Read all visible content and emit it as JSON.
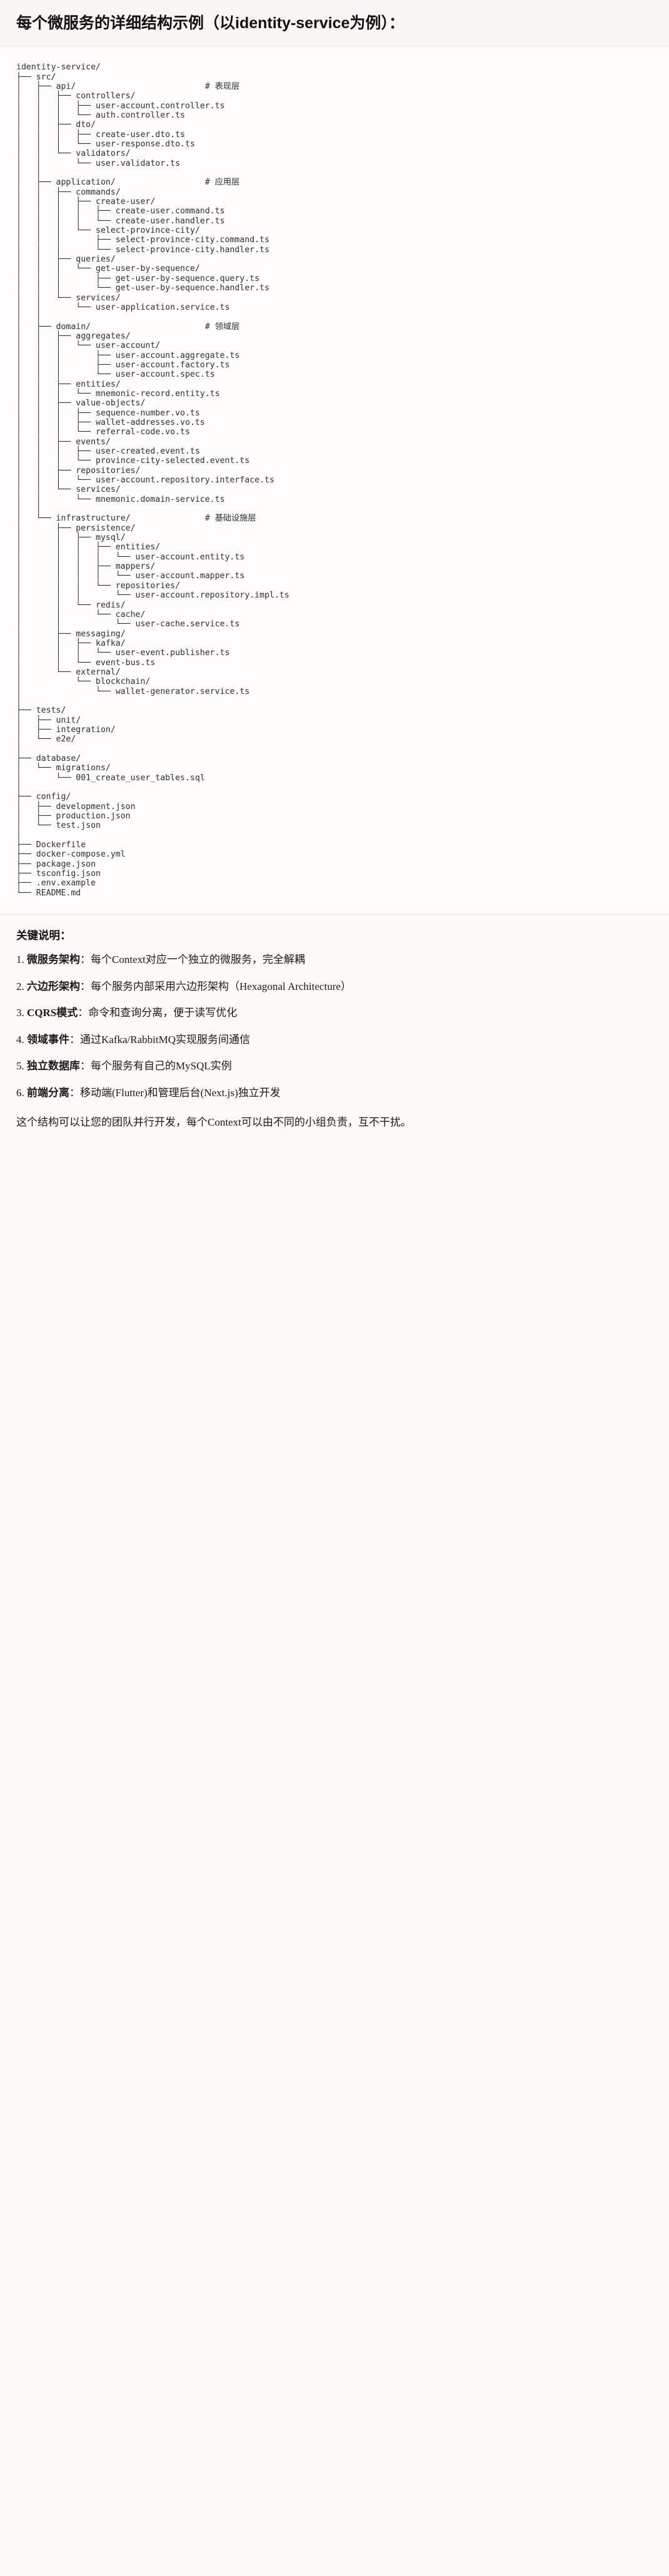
{
  "header": {
    "title": "每个微服务的详细结构示例（以identity-service为例）："
  },
  "tree": {
    "name": "identity-service-tree",
    "text": "identity-service/\n├── src/\n│   ├── api/                          # 表现层\n│   │   ├── controllers/\n│   │   │   ├── user-account.controller.ts\n│   │   │   └── auth.controller.ts\n│   │   ├── dto/\n│   │   │   ├── create-user.dto.ts\n│   │   │   └── user-response.dto.ts\n│   │   └── validators/\n│   │       └── user.validator.ts\n│   │\n│   ├── application/                  # 应用层\n│   │   ├── commands/\n│   │   │   ├── create-user/\n│   │   │   │   ├── create-user.command.ts\n│   │   │   │   └── create-user.handler.ts\n│   │   │   └── select-province-city/\n│   │   │       ├── select-province-city.command.ts\n│   │   │       └── select-province-city.handler.ts\n│   │   ├── queries/\n│   │   │   └── get-user-by-sequence/\n│   │   │       ├── get-user-by-sequence.query.ts\n│   │   │       └── get-user-by-sequence.handler.ts\n│   │   └── services/\n│   │       └── user-application.service.ts\n│   │\n│   ├── domain/                       # 领域层\n│   │   ├── aggregates/\n│   │   │   └── user-account/\n│   │   │       ├── user-account.aggregate.ts\n│   │   │       ├── user-account.factory.ts\n│   │   │       └── user-account.spec.ts\n│   │   ├── entities/\n│   │   │   └── mnemonic-record.entity.ts\n│   │   ├── value-objects/\n│   │   │   ├── sequence-number.vo.ts\n│   │   │   ├── wallet-addresses.vo.ts\n│   │   │   └── referral-code.vo.ts\n│   │   ├── events/\n│   │   │   ├── user-created.event.ts\n│   │   │   └── province-city-selected.event.ts\n│   │   ├── repositories/\n│   │   │   └── user-account.repository.interface.ts\n│   │   └── services/\n│   │       └── mnemonic.domain-service.ts\n│   │\n│   └── infrastructure/               # 基础设施层\n│       ├── persistence/\n│       │   ├── mysql/\n│       │   │   ├── entities/\n│       │   │   │   └── user-account.entity.ts\n│       │   │   ├── mappers/\n│       │   │   │   └── user-account.mapper.ts\n│       │   │   └── repositories/\n│       │   │       └── user-account.repository.impl.ts\n│       │   └── redis/\n│       │       └── cache/\n│       │           └── user-cache.service.ts\n│       ├── messaging/\n│       │   ├── kafka/\n│       │   │   └── user-event.publisher.ts\n│       │   └── event-bus.ts\n│       └── external/\n│           └── blockchain/\n│               └── wallet-generator.service.ts\n│\n├── tests/\n│   ├── unit/\n│   ├── integration/\n│   └── e2e/\n│\n├── database/\n│   └── migrations/\n│       └── 001_create_user_tables.sql\n│\n├── config/\n│   ├── development.json\n│   ├── production.json\n│   └── test.json\n│\n├── Dockerfile\n├── docker-compose.yml\n├── package.json\n├── tsconfig.json\n├── .env.example\n└── README.md"
  },
  "notes": {
    "title": "关键说明：",
    "items": [
      {
        "bold": "微服务架构",
        "rest": "：每个Context对应一个独立的微服务，完全解耦"
      },
      {
        "bold": "六边形架构",
        "rest": "：每个服务内部采用六边形架构（Hexagonal Architecture）"
      },
      {
        "bold": "CQRS模式",
        "rest": "：命令和查询分离，便于读写优化"
      },
      {
        "bold": "领域事件",
        "rest": "：通过Kafka/RabbitMQ实现服务间通信"
      },
      {
        "bold": "独立数据库",
        "rest": "：每个服务有自己的MySQL实例"
      },
      {
        "bold": "前端分离",
        "rest": "：移动端(Flutter)和管理后台(Next.js)独立开发"
      }
    ],
    "closing": "这个结构可以让您的团队并行开发，每个Context可以由不同的小组负责，互不干扰。"
  },
  "colors": {
    "page_bg": "#fbfaf9",
    "header_bg": "#f7f6f3",
    "code_bg": "#fdfcfb",
    "border": "#e2e0db",
    "text": "#1a1a1a",
    "code_text": "#2b2f36"
  }
}
